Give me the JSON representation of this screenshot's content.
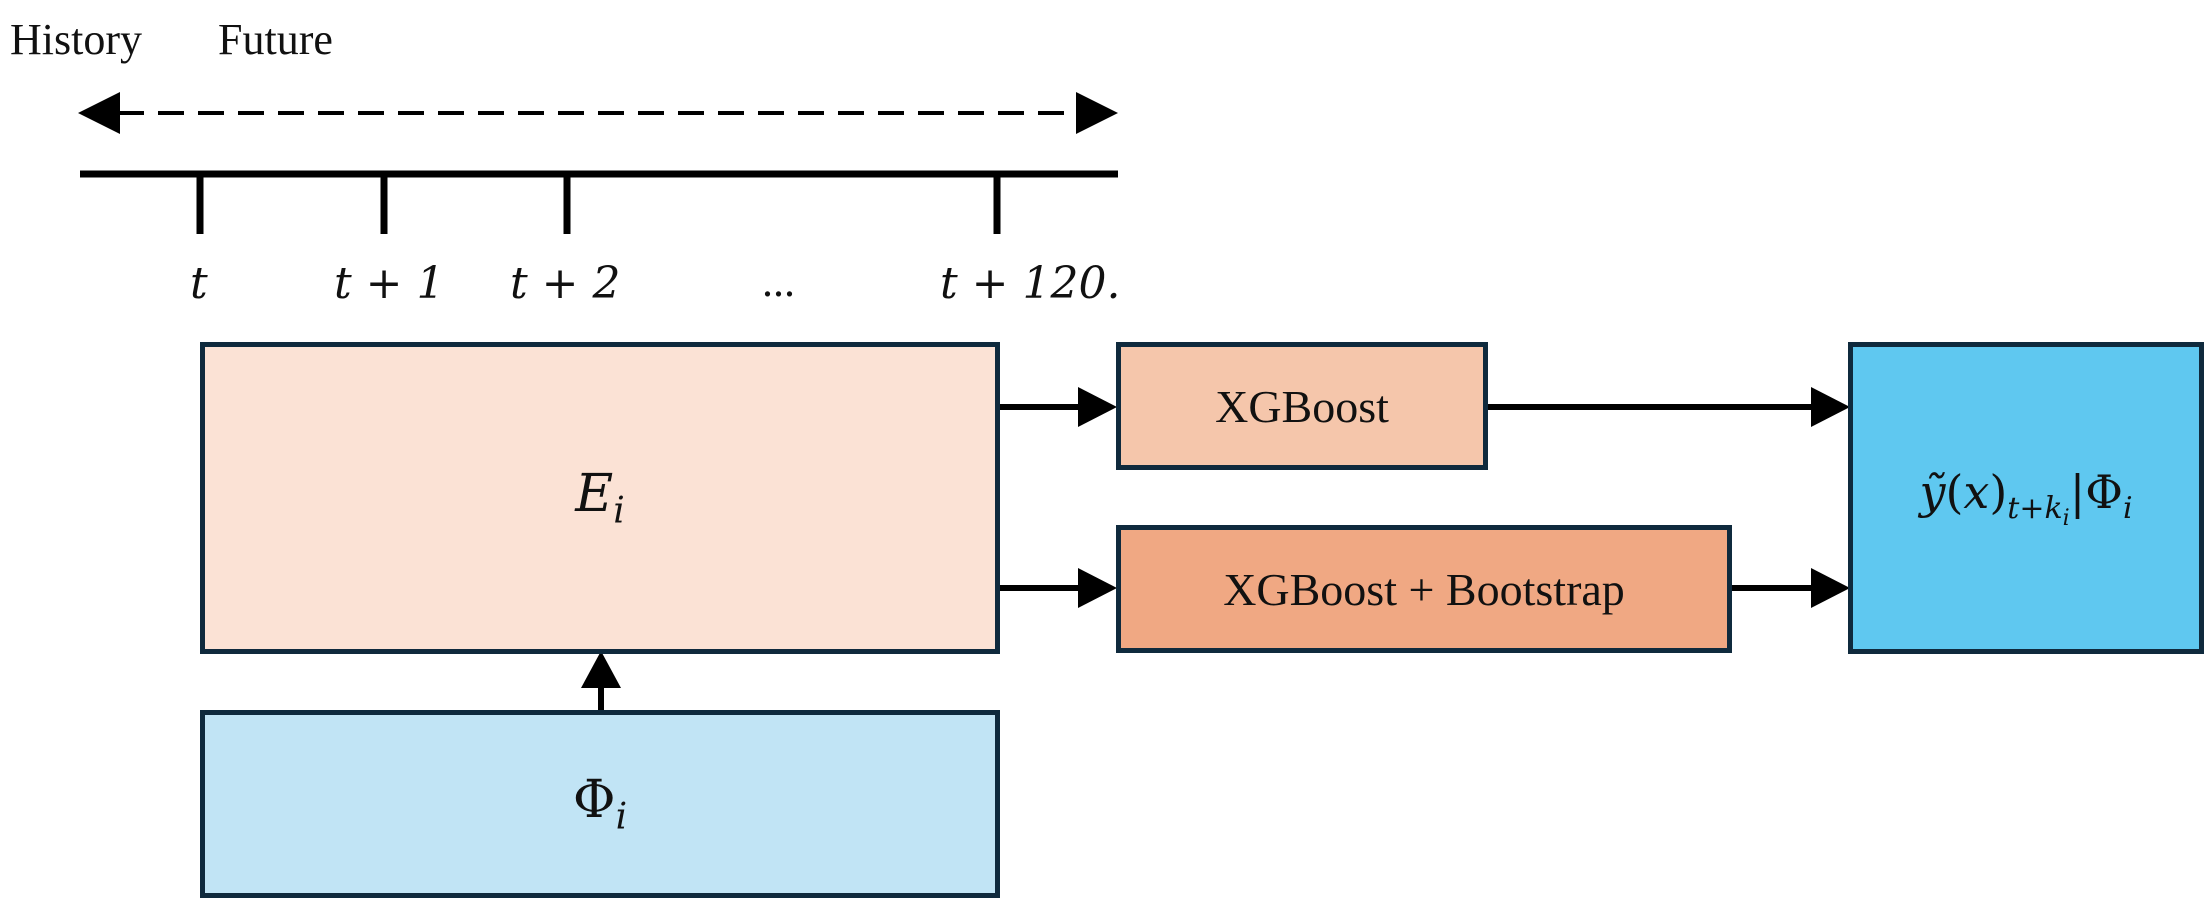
{
  "timeline": {
    "history_label": "History",
    "future_label": "Future",
    "ticks": [
      {
        "label_html": "t"
      },
      {
        "label_html": "t + 1"
      },
      {
        "label_html": "t + 2"
      },
      {
        "label_html": "..."
      },
      {
        "label_html": "t + 120."
      }
    ]
  },
  "nodes": {
    "encoder": {
      "symbol": "E",
      "subscript": "i",
      "fill": "#fbe2d5"
    },
    "features": {
      "symbol": "Φ",
      "subscript": "i",
      "fill": "#c1e4f5"
    },
    "xgboost": {
      "label": "XGBoost",
      "fill": "#f5c6ab"
    },
    "xgboost_bootstrap": {
      "label": "XGBoost + Bootstrap",
      "fill": "#f0a883"
    },
    "output": {
      "y_tilde": "ỹ",
      "paren_open": "(",
      "x": "x",
      "paren_close": ")",
      "sub_t": "t+k",
      "sub_sub": "i",
      "bar": "|",
      "phi": "Φ",
      "phi_sub": "i",
      "fill": "#5fc8f0"
    }
  },
  "colors": {
    "border": "#0f2a3d",
    "line": "#000000"
  }
}
